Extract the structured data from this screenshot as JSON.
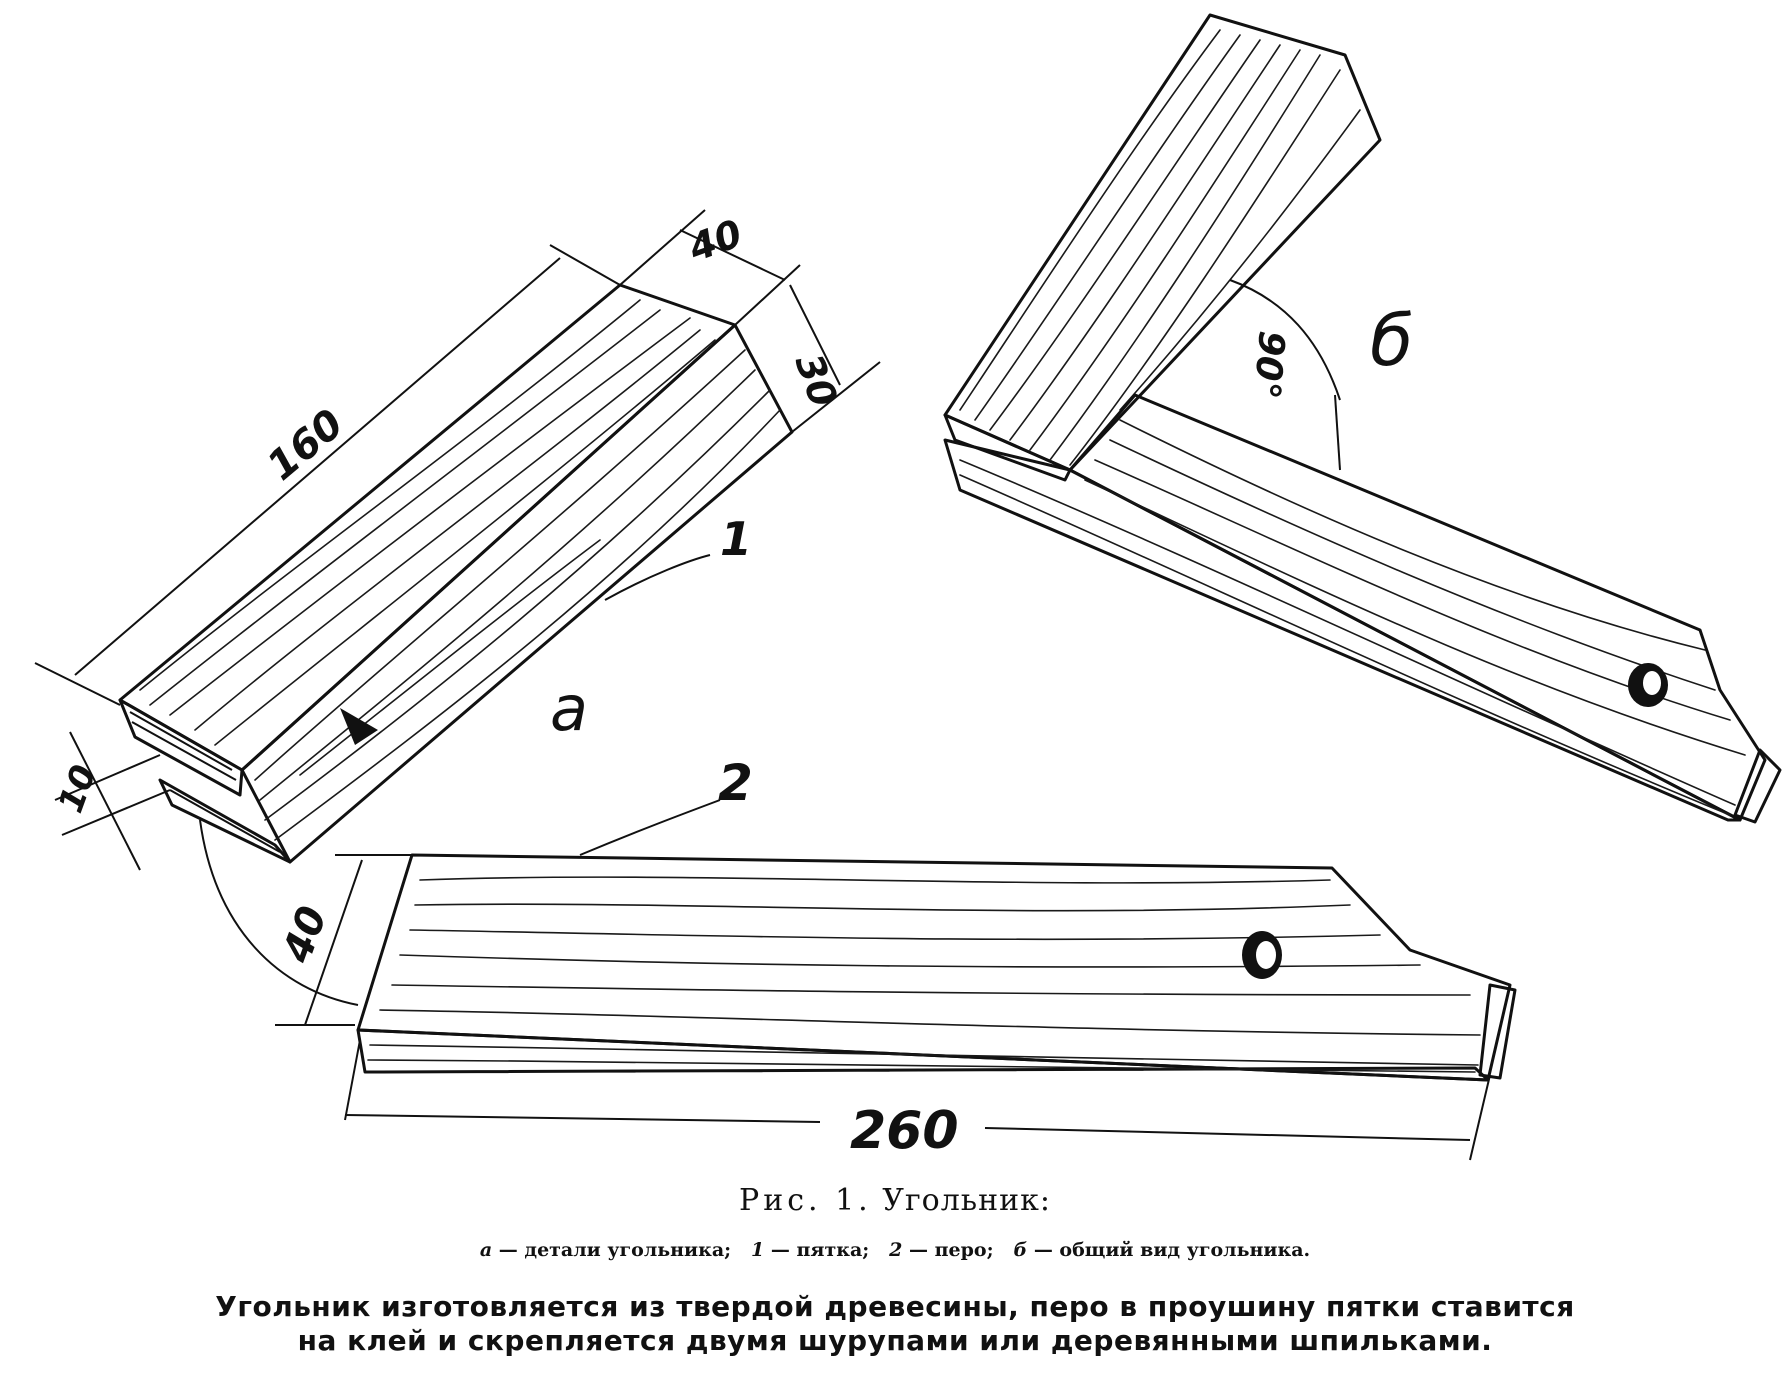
{
  "figure": {
    "labels": {
      "part_a": "a",
      "part_b": "б",
      "callout_1": "1",
      "callout_2": "2"
    },
    "dimensions": {
      "heel_length": "160",
      "heel_width": "40",
      "heel_thickness": "30",
      "slot_width": "10",
      "blade_width": "40",
      "blade_length": "260",
      "angle": "90°"
    }
  },
  "caption": {
    "title_prefix": "Рис. 1.",
    "title": "Угольник:",
    "legend": [
      {
        "key": "а",
        "text": "— детали угольника;"
      },
      {
        "key": "1",
        "text": "— пятка;"
      },
      {
        "key": "2",
        "text": "— перо;"
      },
      {
        "key": "б",
        "text": "— общий вид угольника."
      }
    ],
    "description_line1": "Угольник изготовляется из твердой древесины, перо в проушину пятки ставится",
    "description_line2": "на клей и скрепляется двумя шурупами или деревянными шпильками."
  }
}
